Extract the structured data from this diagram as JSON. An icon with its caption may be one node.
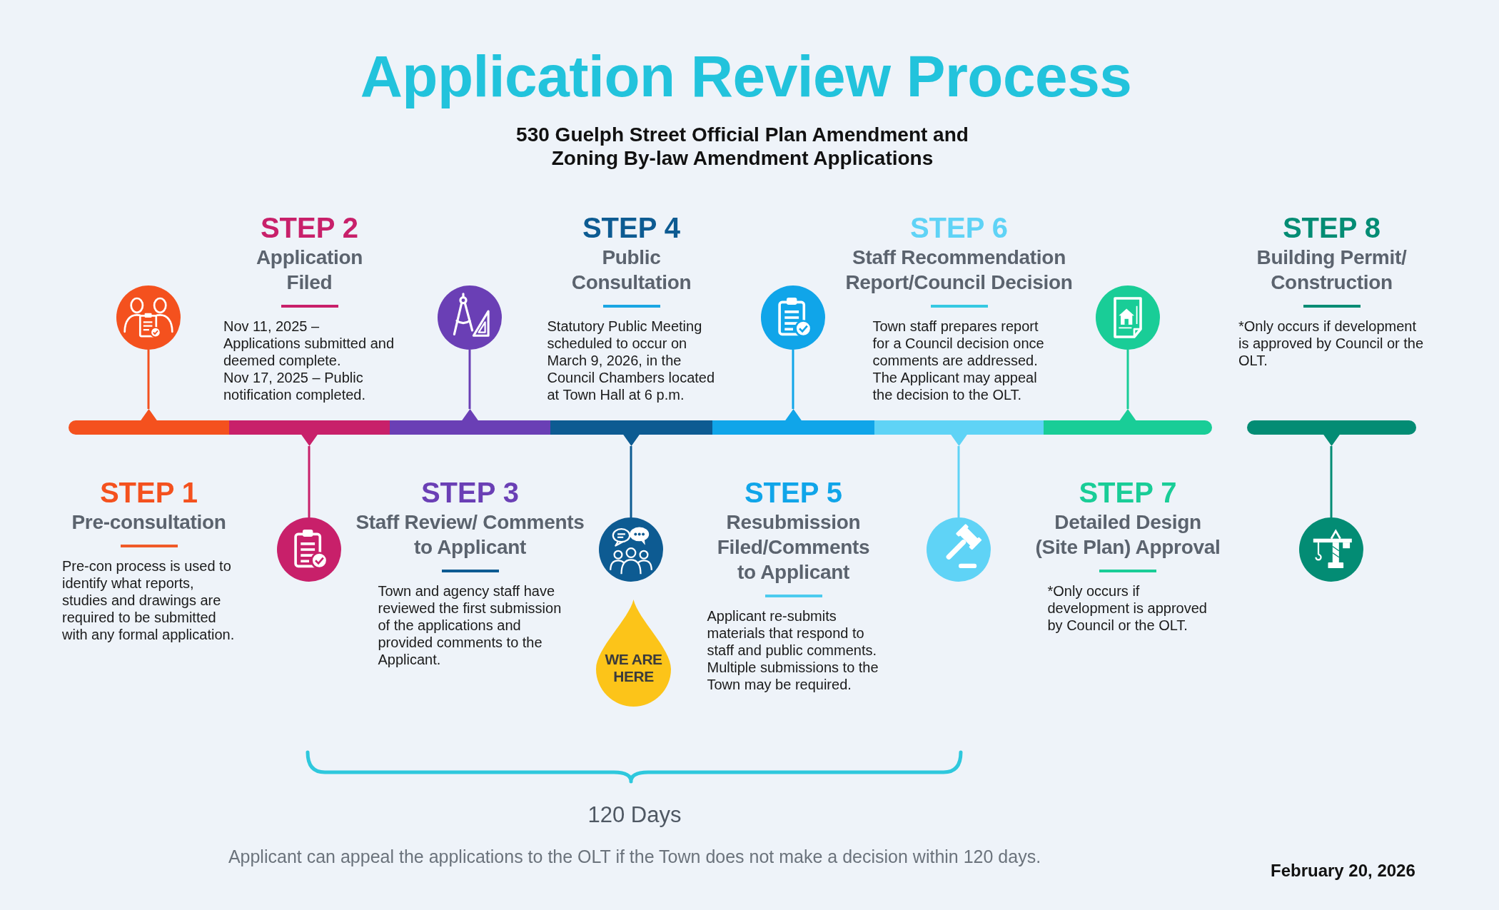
{
  "diagram": {
    "title": "Application Review Process",
    "nodes": [
      {
        "text": [],
        "shape": "bar",
        "beside": [
          "STEP 1",
          "Pre-consultation",
          "Pre-con process is used to identify what reports, studies and drawings are required to be submitted with any formal application."
        ]
      },
      {
        "text": [],
        "shape": "circle"
      },
      {
        "text": [],
        "shape": "bar",
        "beside": [
          "STEP 2",
          "Application Filed",
          "Nov 11, 2025 – Applications submitted and deemed complete.",
          "Nov 17, 2025 – Public notification completed."
        ]
      },
      {
        "text": [],
        "shape": "circle"
      },
      {
        "text": [],
        "shape": "bar",
        "beside": [
          "STEP 3",
          "Staff Review/ Comments to Applicant",
          "Town and agency staff have reviewed the first submission of the applications and provided comments to the Applicant."
        ]
      },
      {
        "text": [],
        "shape": "circle"
      },
      {
        "text": [],
        "shape": "bar",
        "beside": [
          "STEP 4",
          "Public Consultation",
          "Statutory Public Meeting scheduled to occur on March 9, 2026, in the Council Chambers located at Town Hall at 6 p.m."
        ]
      },
      {
        "text": [],
        "shape": "circle"
      },
      {
        "text": [],
        "shape": "bar",
        "beside": [
          "STEP 5",
          "Resubmission Filed/Comments to Applicant",
          "Applicant re-submits materials that respond to staff and public comments. Multiple submissions to the Town may be required."
        ]
      },
      {
        "text": [],
        "shape": "circle"
      },
      {
        "text": [],
        "shape": "bar",
        "beside": [
          "STEP 6",
          "Staff Recommendation Report/Council Decision",
          "Town staff prepares report for a Council decision once comments are addressed. The Applicant may appeal the decision to the OLT."
        ]
      },
      {
        "text": [],
        "shape": "circle"
      },
      {
        "text": [],
        "shape": "bar",
        "beside": [
          "STEP 7",
          "Detailed Design (Site Plan) Approval",
          "*Only occurs if development is approved by Council or the OLT."
        ]
      },
      {
        "text": [],
        "shape": "circle"
      },
      {
        "text": [],
        "shape": "bar",
        "beside": [
          "STEP 8",
          "Building Permit/ Construction",
          "*Only occurs if development is approved by Council or the OLT."
        ]
      },
      {
        "text": [],
        "shape": "circle"
      },
      {
        "text": [
          "WE ARE HERE"
        ]
      }
    ],
    "edges": [
      {
        "from": 0,
        "to": 1,
        "arrow": "none",
        "color": "#f4511e"
      },
      {
        "from": 2,
        "to": 3,
        "arrow": "none",
        "color": "#c8206a"
      },
      {
        "from": 4,
        "to": 5,
        "arrow": "none",
        "color": "#6a3fb5"
      },
      {
        "from": 6,
        "to": 7,
        "arrow": "none",
        "color": "#0d5b92"
      },
      {
        "from": 8,
        "to": 9,
        "arrow": "none",
        "color": "#10a5e9"
      },
      {
        "from": 10,
        "to": 11,
        "arrow": "none",
        "color": "#5fd3f6"
      },
      {
        "from": 12,
        "to": 13,
        "arrow": "none",
        "color": "#19cd97"
      },
      {
        "from": 14,
        "to": 15,
        "arrow": "none",
        "color": "#038c74"
      }
    ],
    "labels": [
      "530 Guelph Street Official Plan Amendment and Zoning By-law Amendment Applications",
      "120 Days",
      "Applicant can appeal the applications to the OLT if the Town does not make a decision within 120 days.",
      "February 20, 2026"
    ]
  }
}
